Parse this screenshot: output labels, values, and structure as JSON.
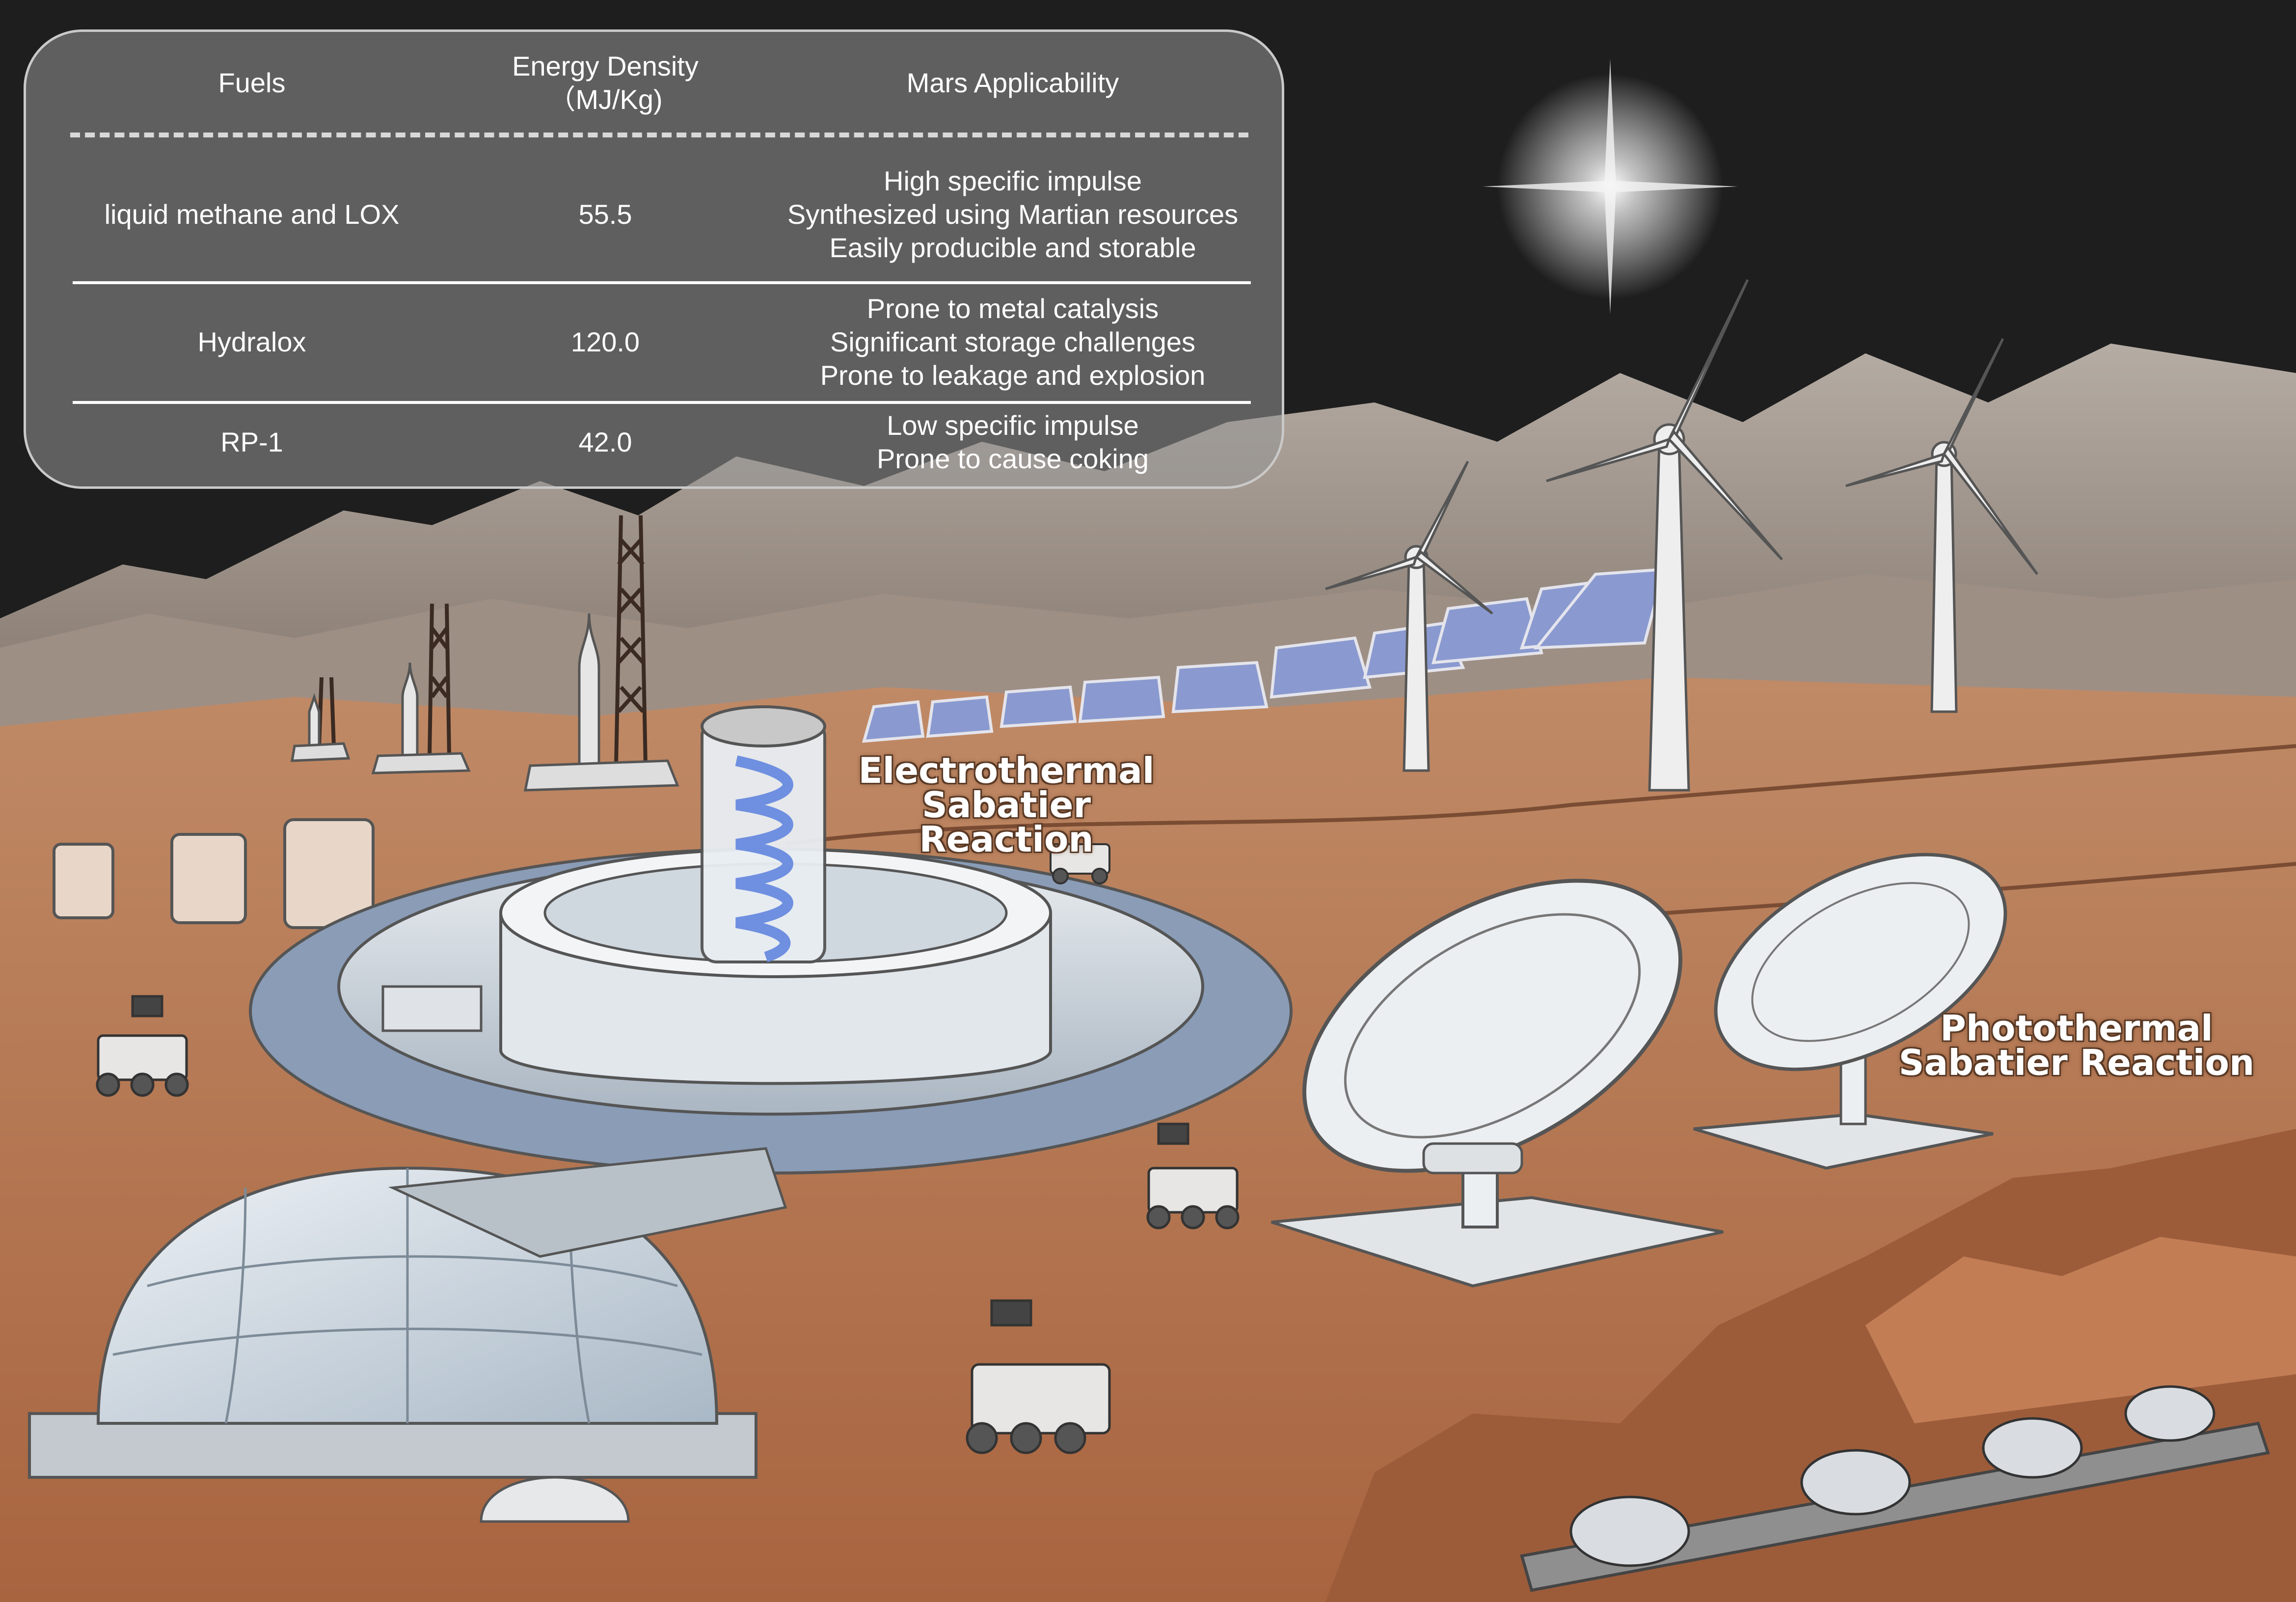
{
  "table": {
    "headers": [
      "Fuels",
      "Energy Density\n（MJ/Kg)",
      "Mars Applicability"
    ],
    "rows": [
      {
        "fuel": "liquid methane and LOX",
        "density": "55.5",
        "applicability": "High specific impulse\nSynthesized using Martian resources\nEasily producible and storable"
      },
      {
        "fuel": "Hydralox",
        "density": "120.0",
        "applicability": "Prone to metal catalysis\nSignificant storage challenges\nProne to leakage and explosion"
      },
      {
        "fuel": "RP-1",
        "density": "42.0",
        "applicability": "Low specific impulse\nProne to cause coking"
      }
    ]
  },
  "labels": {
    "electrothermal": "Electrothermal\nSabatier Reaction",
    "photothermal": "Photothermal\nSabatier Reaction"
  },
  "colors": {
    "sky": "#1e1e1e",
    "ground": "#b9784f",
    "mountains": "#8c8279",
    "reactor_coil": "#6f8fe0",
    "panel_blue": "#8a9ad0"
  }
}
